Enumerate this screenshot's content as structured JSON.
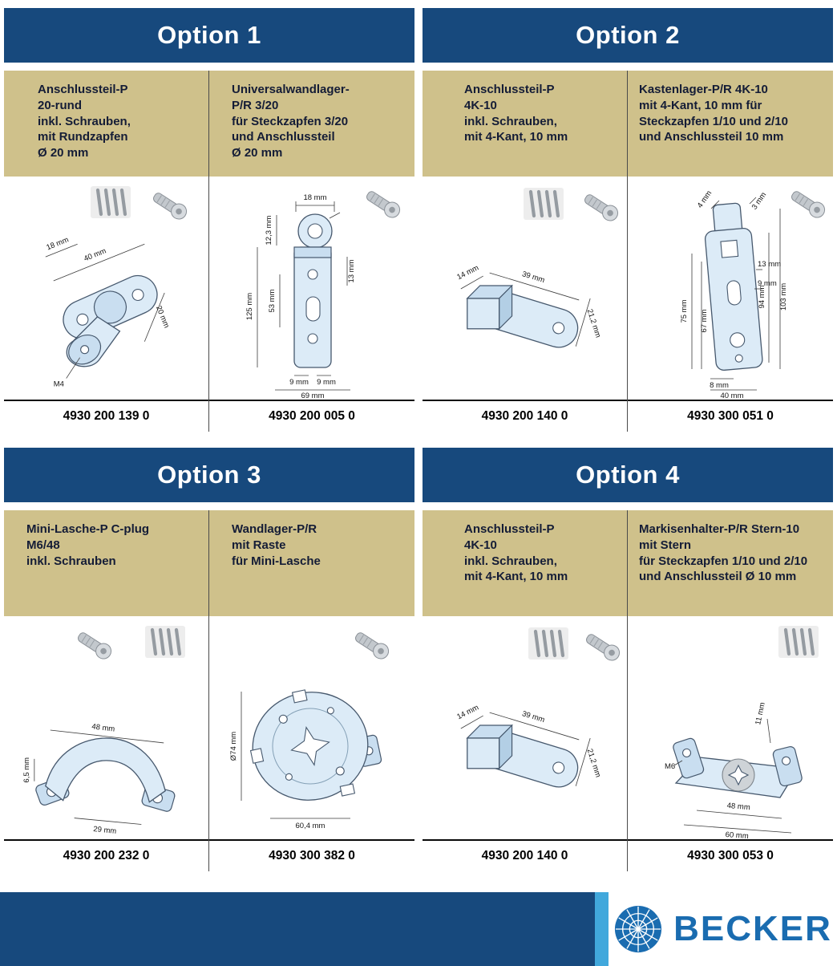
{
  "options": [
    {
      "label": "Option 1",
      "columns": [
        {
          "desc": "Anschlussteil-P\n20-rund\ninkl. Schrauben,\nmit Rundzapfen\nØ 20 mm",
          "part_number": "4930 200 139 0",
          "dims": [
            "18 mm",
            "40 mm",
            "20 mm",
            "M4"
          ]
        },
        {
          "desc": "Universalwandlager-\nP/R 3/20\nfür Steckzapfen 3/20\nund Anschlussteil\nØ 20 mm",
          "part_number": "4930 200 005 0",
          "dims": [
            "18 mm",
            "12,3 mm",
            "125 mm",
            "53 mm",
            "13 mm",
            "9 mm",
            "9 mm",
            "69 mm"
          ]
        }
      ]
    },
    {
      "label": "Option 2",
      "columns": [
        {
          "desc": "Anschlussteil-P\n4K-10\ninkl. Schrauben,\nmit 4-Kant, 10 mm",
          "part_number": "4930 200 140 0",
          "dims": [
            "14 mm",
            "39 mm",
            "21,2 mm"
          ]
        },
        {
          "desc": "Kastenlager-P/R 4K-10\nmit 4-Kant, 10 mm für\nSteckzapfen 1/10 und 2/10\nund Anschlussteil 10 mm",
          "part_number": "4930 300 051 0",
          "dims": [
            "4 mm",
            "3 mm",
            "75 mm",
            "67 mm",
            "94 mm",
            "103 mm",
            "13 mm",
            "9 mm",
            "8 mm",
            "40 mm"
          ]
        }
      ]
    },
    {
      "label": "Option 3",
      "columns": [
        {
          "desc": "Mini-Lasche-P C-plug\nM6/48\ninkl. Schrauben",
          "part_number": "4930 200 232 0",
          "dims": [
            "6,5 mm",
            "48 mm",
            "29 mm"
          ]
        },
        {
          "desc": "Wandlager-P/R\nmit Raste\nfür Mini-Lasche",
          "part_number": "4930 300 382 0",
          "dims": [
            "Ø74 mm",
            "60,4 mm"
          ]
        }
      ]
    },
    {
      "label": "Option 4",
      "columns": [
        {
          "desc": "Anschlussteil-P\n4K-10\ninkl. Schrauben,\nmit 4-Kant, 10 mm",
          "part_number": "4930 200 140 0",
          "dims": [
            "14 mm",
            "39 mm",
            "21,2 mm"
          ]
        },
        {
          "desc": "Markisenhalter-P/R Stern-10\nmit Stern\nfür Steckzapfen 1/10 und 2/10\nund Anschlussteil Ø 10 mm",
          "part_number": "4930 300 053 0",
          "dims": [
            "11 mm",
            "M6",
            "48 mm",
            "60 mm"
          ]
        }
      ]
    }
  ],
  "brand": {
    "name": "BECKER"
  },
  "icons": {
    "screws": "four-slanted-screws",
    "pin": "cylindrical-screw-pin-with-head"
  },
  "colors": {
    "header_blue": "#17497d",
    "panel_tan": "#cfc18b",
    "accent_light_blue": "#41a8dc",
    "logo_blue": "#1a6cb0",
    "drawing_fill": "#dcebf7"
  }
}
